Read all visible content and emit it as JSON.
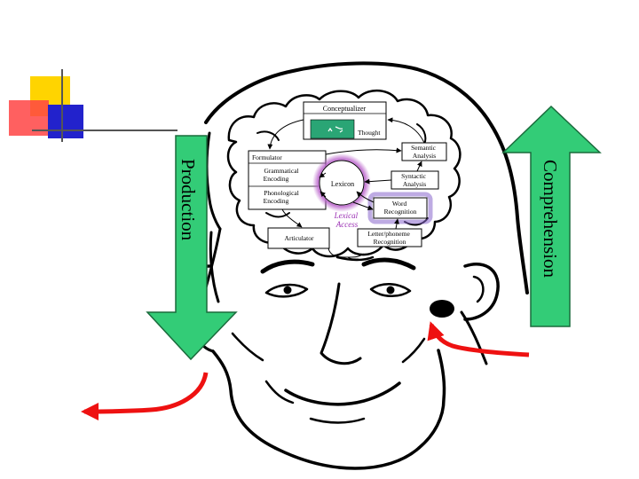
{
  "diagram": {
    "conceptualizer": "Conceptualizer",
    "thought": "Thought",
    "formulator": "Formulator",
    "grammatical_encoding": [
      "Grammatical",
      "Encoding"
    ],
    "phonological_encoding": [
      "Phonological",
      "Encoding"
    ],
    "lexicon": "Lexicon",
    "lexical_access": [
      "Lexical",
      "Access"
    ],
    "articulator": "Articulator",
    "semantic_analysis": [
      "Semantic",
      "Analysis"
    ],
    "syntactic_analysis": [
      "Syntactic",
      "Analysis"
    ],
    "word_recognition": [
      "Word",
      "Recognition"
    ],
    "letter_phoneme_recognition": [
      "Letter/phoneme",
      "Recognition"
    ],
    "production": "Production",
    "comprehension": "Comprehension"
  },
  "colors": {
    "arrow_green": "#33cc77",
    "arrow_red": "#ee1111",
    "lexicon_glow": "#bb66cc",
    "word_box_glow": "#8866cc",
    "thought_box": "#2aa575",
    "deco_yellow": "#ffd400",
    "deco_red": "#ff4444",
    "deco_blue": "#2222cc",
    "deco_line": "#555555"
  },
  "icons": [
    "thought-squiggle-icon"
  ]
}
